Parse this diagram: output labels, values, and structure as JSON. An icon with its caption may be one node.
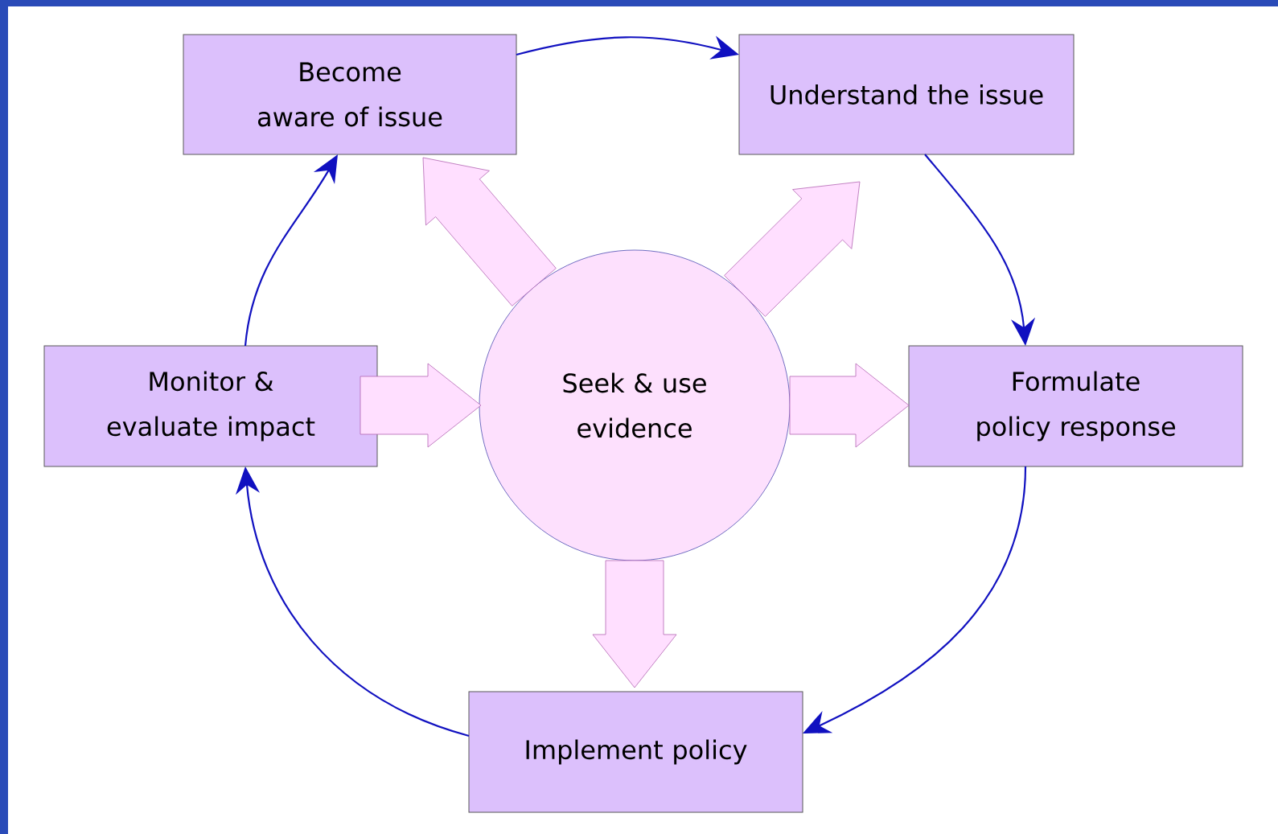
{
  "diagram": {
    "nodes": [
      {
        "text": [
          "Become aware of issue"
        ]
      },
      {
        "text": [
          "Understand the issue"
        ]
      },
      {
        "text": [
          "Formulate policy response"
        ]
      },
      {
        "text": [
          "Implement policy"
        ]
      },
      {
        "text": [
          "Monitor & evaluate impact"
        ]
      },
      {
        "text": [
          "Seek & use evidence"
        ]
      }
    ],
    "edges": [
      {
        "from": 0,
        "to": 1,
        "arrow": "to"
      },
      {
        "from": 1,
        "to": 2,
        "arrow": "to"
      },
      {
        "from": 2,
        "to": 3,
        "arrow": "to"
      },
      {
        "from": 3,
        "to": 4,
        "arrow": "to"
      },
      {
        "from": 4,
        "to": 0,
        "arrow": "to"
      },
      {
        "from": 5,
        "to": 0,
        "arrow": "to",
        "style": "thick"
      },
      {
        "from": 5,
        "to": 1,
        "arrow": "to",
        "style": "thick"
      },
      {
        "from": 5,
        "to": 2,
        "arrow": "to",
        "style": "thick"
      },
      {
        "from": 5,
        "to": 3,
        "arrow": "to",
        "style": "thick"
      },
      {
        "from": 4,
        "to": 5,
        "arrow": "to",
        "style": "thick"
      }
    ]
  }
}
